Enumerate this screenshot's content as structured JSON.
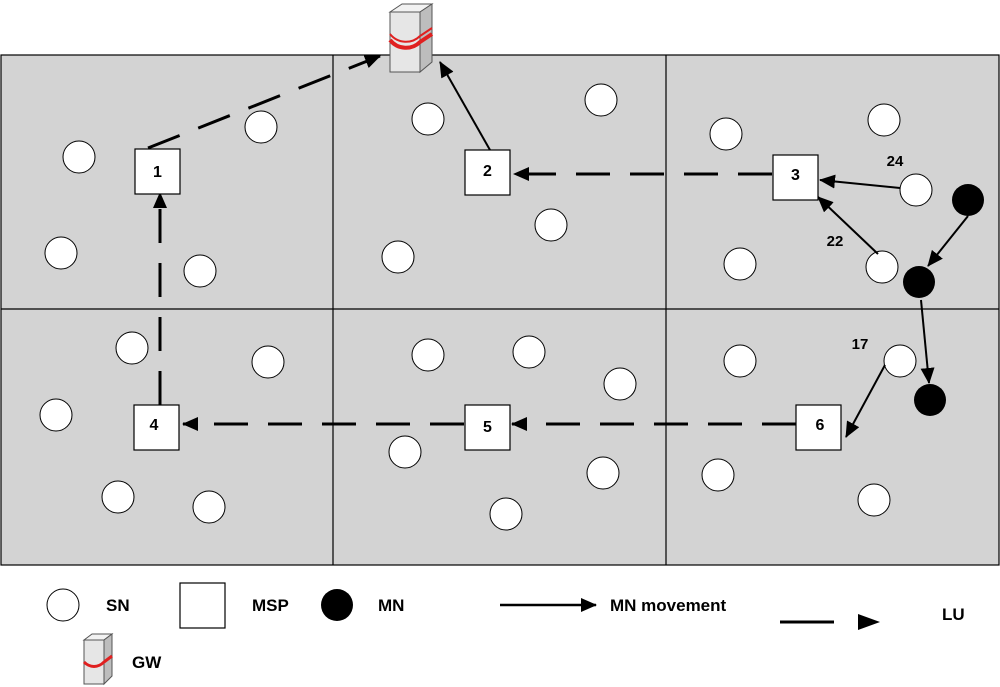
{
  "colors": {
    "grid_fill": "#d3d3d3",
    "line": "#000000",
    "gateway_band": "#e02020"
  },
  "msps": [
    {
      "id": "msp-1",
      "label": "1"
    },
    {
      "id": "msp-2",
      "label": "2"
    },
    {
      "id": "msp-3",
      "label": "3"
    },
    {
      "id": "msp-4",
      "label": "4"
    },
    {
      "id": "msp-5",
      "label": "5"
    },
    {
      "id": "msp-6",
      "label": "6"
    }
  ],
  "annotations": {
    "a24": "24",
    "a22": "22",
    "a17": "17"
  },
  "legend": {
    "sn": "SN",
    "msp": "MSP",
    "mn": "MN",
    "mn_movement": "MN movement",
    "lu": "LU",
    "gw": "GW"
  },
  "icons": {
    "gateway": "server-gateway-icon"
  }
}
